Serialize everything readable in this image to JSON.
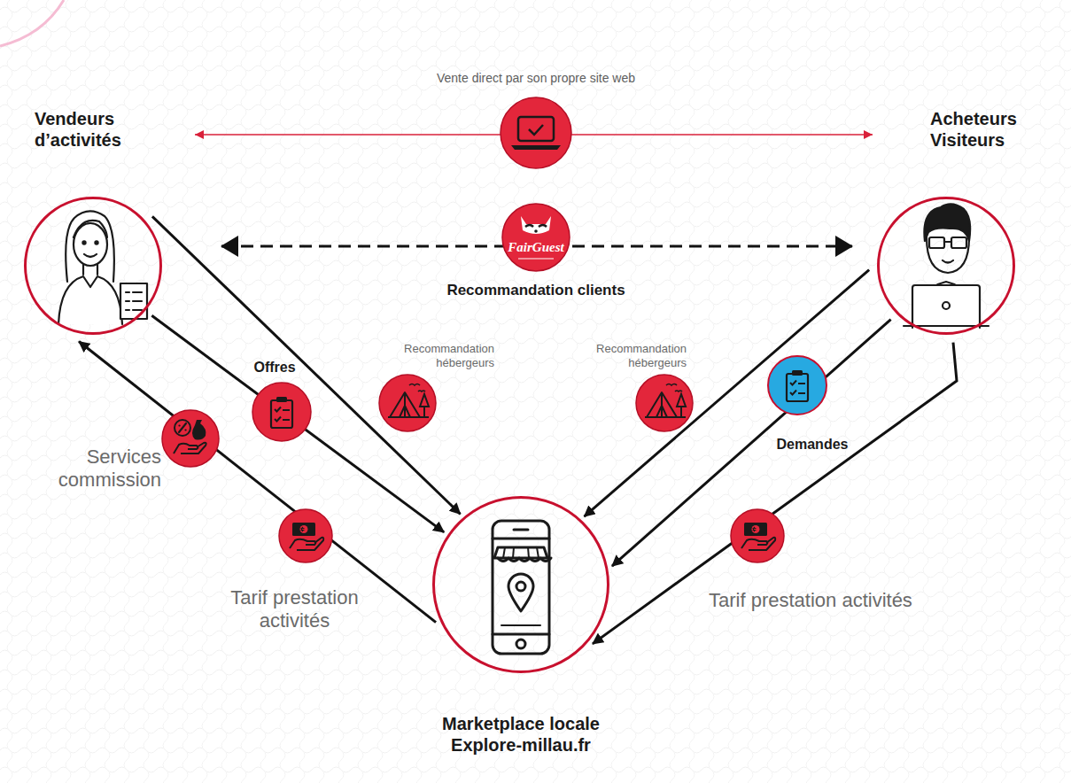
{
  "diagram": {
    "nodes": [
      {
        "text": [
          "Vendeurs d’activités"
        ]
      },
      {
        "text": [
          "Acheteurs Visiteurs"
        ]
      },
      {
        "text": [
          "Marketplace locale Explore-millau.fr"
        ]
      }
    ],
    "edges": [
      {
        "from": 0,
        "to": 1,
        "arrow": "both",
        "label": "Vente direct par son propre site web"
      },
      {
        "from": 0,
        "to": 1,
        "arrow": "both",
        "label": "Recommandation clients"
      },
      {
        "from": 0,
        "to": 2,
        "arrow": "to",
        "label": "Recommandation hébergeurs"
      },
      {
        "from": 0,
        "to": 2,
        "arrow": "to",
        "label": "Offres"
      },
      {
        "from": 2,
        "to": 0,
        "arrow": "to",
        "label": "Tarif prestation activités"
      },
      {
        "from": 1,
        "to": 2,
        "arrow": "to",
        "label": "Recommandation hébergeurs"
      },
      {
        "from": 1,
        "to": 2,
        "arrow": "to",
        "label": "Demandes"
      },
      {
        "from": 1,
        "to": 2,
        "arrow": "to",
        "label": "Tarif prestation activités"
      }
    ],
    "labels": [
      "FairGuest",
      "Services commission"
    ]
  }
}
